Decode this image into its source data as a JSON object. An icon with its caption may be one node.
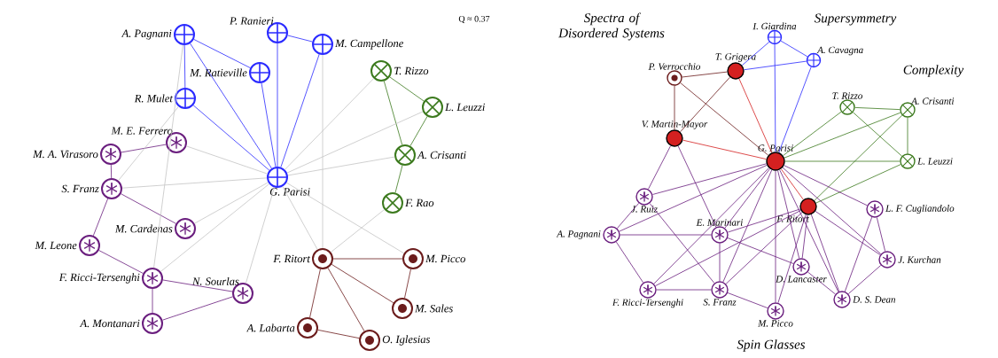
{
  "diagram": {
    "nodes": [
      {
        "text": [
          "A. Pagnani"
        ]
      },
      {
        "text": [
          "P. Ranieri"
        ]
      },
      {
        "text": [
          "M. Campellone"
        ]
      },
      {
        "text": [
          "M. Ratieville"
        ]
      },
      {
        "text": [
          "R. Mulet"
        ]
      },
      {
        "text": [
          "T. Rizzo"
        ]
      },
      {
        "text": [
          "L. Leuzzi"
        ]
      },
      {
        "text": [
          "M. E. Ferrero"
        ]
      },
      {
        "text": [
          "M. A. Virasoro"
        ]
      },
      {
        "text": [
          "A. Crisanti"
        ]
      },
      {
        "text": [
          "G. Parisi"
        ]
      },
      {
        "text": [
          "S. Franz"
        ]
      },
      {
        "text": [
          "F. Rao"
        ]
      },
      {
        "text": [
          "M. Cardenas"
        ]
      },
      {
        "text": [
          "M. Leone"
        ]
      },
      {
        "text": [
          "F. Ritort"
        ]
      },
      {
        "text": [
          "M. Picco"
        ]
      },
      {
        "text": [
          "F. Ricci-Tersenghi"
        ]
      },
      {
        "text": [
          "N. Sourlas"
        ]
      },
      {
        "text": [
          "M. Sales"
        ]
      },
      {
        "text": [
          "A. Montanari"
        ]
      },
      {
        "text": [
          "A. Labarta"
        ]
      },
      {
        "text": [
          "O. Iglesias"
        ]
      },
      {
        "text": [
          "I. Giardina"
        ]
      },
      {
        "text": [
          "A. Cavagna"
        ]
      },
      {
        "text": [
          "P. Verrocchio"
        ]
      },
      {
        "text": [
          "T. Grigera"
        ]
      },
      {
        "text": [
          "T. Rizzo"
        ]
      },
      {
        "text": [
          "A. Crisanti"
        ]
      },
      {
        "text": [
          "V. Martin-Mayor"
        ]
      },
      {
        "text": [
          "G. Parisi"
        ]
      },
      {
        "text": [
          "L. Leuzzi"
        ]
      },
      {
        "text": [
          "J. Ruiz"
        ]
      },
      {
        "text": [
          "F. Ritort"
        ]
      },
      {
        "text": [
          "L. F. Cugliandolo"
        ]
      },
      {
        "text": [
          "E. Marinari"
        ]
      },
      {
        "text": [
          "A. Pagnani"
        ]
      },
      {
        "text": [
          "J. Kurchan"
        ]
      },
      {
        "text": [
          "D. Lancaster"
        ]
      },
      {
        "text": [
          "F. Ricci-Tersenghi"
        ]
      },
      {
        "text": [
          "S. Franz"
        ]
      },
      {
        "text": [
          "D. S. Dean"
        ]
      },
      {
        "text": [
          "M. Picco"
        ]
      }
    ],
    "edges": [
      {
        "from": 0,
        "to": 3,
        "arrow": "none",
        "color": "#2a2aff"
      },
      {
        "from": 0,
        "to": 4,
        "arrow": "none",
        "color": "#2a2aff"
      },
      {
        "from": 0,
        "to": 10,
        "arrow": "none",
        "color": "#2a2aff"
      },
      {
        "from": 1,
        "to": 2,
        "arrow": "none",
        "color": "#2a2aff"
      },
      {
        "from": 1,
        "to": 10,
        "arrow": "none",
        "color": "#2a2aff"
      },
      {
        "from": 2,
        "to": 10,
        "arrow": "none",
        "color": "#2a2aff"
      },
      {
        "from": 3,
        "to": 10,
        "arrow": "none",
        "color": "#2a2aff"
      },
      {
        "from": 4,
        "to": 10,
        "arrow": "none",
        "color": "#2a2aff"
      },
      {
        "from": 5,
        "to": 6,
        "arrow": "none",
        "color": "#3c7a1e"
      },
      {
        "from": 5,
        "to": 9,
        "arrow": "none",
        "color": "#3c7a1e"
      },
      {
        "from": 6,
        "to": 9,
        "arrow": "none",
        "color": "#3c7a1e"
      },
      {
        "from": 9,
        "to": 12,
        "arrow": "none",
        "color": "#3c7a1e"
      },
      {
        "from": 8,
        "to": 7,
        "arrow": "none"
      },
      {
        "from": 8,
        "to": 11,
        "arrow": "none"
      },
      {
        "from": 11,
        "to": 13,
        "arrow": "none"
      },
      {
        "from": 11,
        "to": 14,
        "arrow": "none"
      },
      {
        "from": 14,
        "to": 17,
        "arrow": "none"
      },
      {
        "from": 17,
        "to": 18,
        "arrow": "none"
      },
      {
        "from": 17,
        "to": 20,
        "arrow": "none"
      },
      {
        "from": 20,
        "to": 18,
        "arrow": "none"
      },
      {
        "from": 15,
        "to": 16,
        "arrow": "none",
        "color": "#6b1c1c"
      },
      {
        "from": 15,
        "to": 19,
        "arrow": "none",
        "color": "#6b1c1c"
      },
      {
        "from": 15,
        "to": 21,
        "arrow": "none",
        "color": "#6b1c1c"
      },
      {
        "from": 15,
        "to": 22,
        "arrow": "none",
        "color": "#6b1c1c"
      },
      {
        "from": 16,
        "to": 19,
        "arrow": "none",
        "color": "#6b1c1c"
      },
      {
        "from": 21,
        "to": 22,
        "arrow": "none",
        "color": "#6b1c1c"
      },
      {
        "from": 10,
        "to": 5,
        "arrow": "none",
        "color": "#c4c4c4"
      },
      {
        "from": 10,
        "to": 6,
        "arrow": "none",
        "color": "#c4c4c4"
      },
      {
        "from": 10,
        "to": 9,
        "arrow": "none",
        "color": "#c4c4c4"
      },
      {
        "from": 10,
        "to": 7,
        "arrow": "none",
        "color": "#c4c4c4"
      },
      {
        "from": 10,
        "to": 11,
        "arrow": "none",
        "color": "#c4c4c4"
      },
      {
        "from": 10,
        "to": 13,
        "arrow": "none",
        "color": "#c4c4c4"
      },
      {
        "from": 10,
        "to": 17,
        "arrow": "none",
        "color": "#c4c4c4"
      },
      {
        "from": 10,
        "to": 18,
        "arrow": "none",
        "color": "#c4c4c4"
      },
      {
        "from": 10,
        "to": 15,
        "arrow": "none",
        "color": "#c4c4c4"
      },
      {
        "from": 10,
        "to": 16,
        "arrow": "none",
        "color": "#c4c4c4"
      },
      {
        "from": 2,
        "to": 15,
        "arrow": "none",
        "color": "#c4c4c4"
      },
      {
        "from": 12,
        "to": 15,
        "arrow": "none",
        "color": "#c4c4c4"
      },
      {
        "from": 0,
        "to": 17,
        "arrow": "none",
        "color": "#c4c4c4"
      },
      {
        "from": 4,
        "to": 11,
        "arrow": "none",
        "color": "#c4c4c4"
      },
      {
        "from": 23,
        "to": 24,
        "arrow": "none",
        "color": "#2a2aff"
      },
      {
        "from": 23,
        "to": 26,
        "arrow": "none",
        "color": "#2a2aff"
      },
      {
        "from": 26,
        "to": 24,
        "arrow": "none",
        "color": "#2a2aff"
      },
      {
        "from": 23,
        "to": 30,
        "arrow": "none",
        "color": "#2a2aff"
      },
      {
        "from": 24,
        "to": 30,
        "arrow": "none",
        "color": "#2a2aff"
      },
      {
        "from": 25,
        "to": 26,
        "arrow": "none",
        "color": "#6b1c1c"
      },
      {
        "from": 25,
        "to": 29,
        "arrow": "none",
        "color": "#6b1c1c"
      },
      {
        "from": 25,
        "to": 30,
        "arrow": "none",
        "color": "#6b1c1c"
      },
      {
        "from": 26,
        "to": 29,
        "arrow": "none",
        "color": "#6b1c1c"
      },
      {
        "from": 26,
        "to": 30,
        "arrow": "none",
        "color": "#d42020"
      },
      {
        "from": 29,
        "to": 30,
        "arrow": "none",
        "color": "#d42020"
      },
      {
        "from": 30,
        "to": 33,
        "arrow": "none",
        "color": "#d42020"
      },
      {
        "from": 27,
        "to": 28,
        "arrow": "none",
        "color": "#3c7a1e"
      },
      {
        "from": 27,
        "to": 31,
        "arrow": "none",
        "color": "#3c7a1e"
      },
      {
        "from": 28,
        "to": 31,
        "arrow": "none",
        "color": "#3c7a1e"
      },
      {
        "from": 30,
        "to": 27,
        "arrow": "none",
        "color": "#3c7a1e"
      },
      {
        "from": 30,
        "to": 28,
        "arrow": "none",
        "color": "#3c7a1e"
      },
      {
        "from": 30,
        "to": 31,
        "arrow": "none",
        "color": "#3c7a1e"
      },
      {
        "from": 33,
        "to": 28,
        "arrow": "none",
        "color": "#3c7a1e"
      },
      {
        "from": 33,
        "to": 31,
        "arrow": "none",
        "color": "#3c7a1e"
      },
      {
        "from": 29,
        "to": 32,
        "arrow": "none"
      },
      {
        "from": 29,
        "to": 35,
        "arrow": "none"
      },
      {
        "from": 30,
        "to": 32,
        "arrow": "none"
      },
      {
        "from": 30,
        "to": 36,
        "arrow": "none"
      },
      {
        "from": 30,
        "to": 35,
        "arrow": "none"
      },
      {
        "from": 30,
        "to": 39,
        "arrow": "none"
      },
      {
        "from": 30,
        "to": 40,
        "arrow": "none"
      },
      {
        "from": 30,
        "to": 42,
        "arrow": "none"
      },
      {
        "from": 30,
        "to": 38,
        "arrow": "none"
      },
      {
        "from": 30,
        "to": 41,
        "arrow": "none"
      },
      {
        "from": 30,
        "to": 37,
        "arrow": "none"
      },
      {
        "from": 30,
        "to": 34,
        "arrow": "none"
      },
      {
        "from": 33,
        "to": 35,
        "arrow": "none"
      },
      {
        "from": 33,
        "to": 39,
        "arrow": "none"
      },
      {
        "from": 33,
        "to": 40,
        "arrow": "none"
      },
      {
        "from": 33,
        "to": 38,
        "arrow": "none"
      },
      {
        "from": 33,
        "to": 41,
        "arrow": "none"
      },
      {
        "from": 33,
        "to": 42,
        "arrow": "none"
      },
      {
        "from": 33,
        "to": 37,
        "arrow": "none"
      },
      {
        "from": 36,
        "to": 35,
        "arrow": "none"
      },
      {
        "from": 36,
        "to": 32,
        "arrow": "none"
      },
      {
        "from": 36,
        "to": 39,
        "arrow": "none"
      },
      {
        "from": 39,
        "to": 40,
        "arrow": "none"
      },
      {
        "from": 35,
        "to": 40,
        "arrow": "none"
      },
      {
        "from": 35,
        "to": 38,
        "arrow": "none"
      },
      {
        "from": 32,
        "to": 40,
        "arrow": "none"
      },
      {
        "from": 40,
        "to": 42,
        "arrow": "none"
      },
      {
        "from": 34,
        "to": 37,
        "arrow": "none"
      },
      {
        "from": 34,
        "to": 41,
        "arrow": "none"
      },
      {
        "from": 37,
        "to": 41,
        "arrow": "none"
      },
      {
        "from": 38,
        "to": 41,
        "arrow": "none"
      }
    ],
    "labels": [
      "Q ≈ 0.37",
      "Spectra of Disordered Systems",
      "Supersymmetry",
      "Complexity",
      "Spin Glasses"
    ]
  }
}
